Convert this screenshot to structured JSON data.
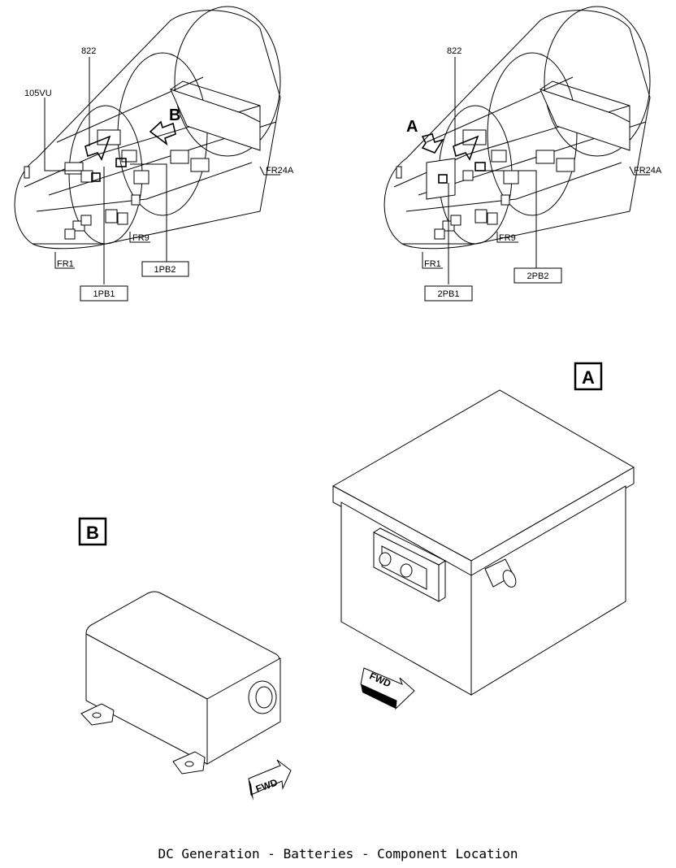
{
  "left_view": {
    "label_822": "822",
    "label_105vu": "105VU",
    "view_letter": "B",
    "frames": [
      "FR1",
      "FR9",
      "FR24A"
    ],
    "callouts": [
      "1PB1",
      "1PB2"
    ]
  },
  "right_view": {
    "label_822": "822",
    "view_letter": "A",
    "frames": [
      "FR1",
      "FR9",
      "FR24A"
    ],
    "callouts": [
      "2PB1",
      "2PB2"
    ]
  },
  "detail_a": {
    "tag": "A",
    "fwd": "FWD"
  },
  "detail_b": {
    "tag": "B",
    "fwd": "FWD"
  },
  "caption": "DC Generation - Batteries - Component Location"
}
